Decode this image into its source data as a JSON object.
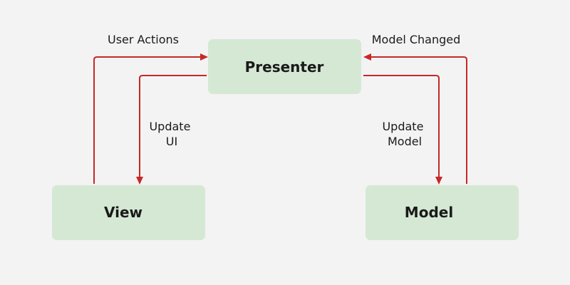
{
  "background": "#f3f3f3",
  "node_fill": "#d5e8d4",
  "edge_color": "#c62828",
  "nodes": {
    "presenter": {
      "label": "Presenter"
    },
    "view": {
      "label": "View"
    },
    "model": {
      "label": "Model"
    }
  },
  "edges": {
    "user_actions": {
      "from": "View",
      "to": "Presenter",
      "label": "User Actions"
    },
    "update_ui": {
      "from": "Presenter",
      "to": "View",
      "label_lines": [
        "Update",
        "UI"
      ]
    },
    "update_model": {
      "from": "Presenter",
      "to": "Model",
      "label_lines": [
        "Update",
        "Model"
      ]
    },
    "model_changed": {
      "from": "Model",
      "to": "Presenter",
      "label": "Model Changed"
    }
  }
}
